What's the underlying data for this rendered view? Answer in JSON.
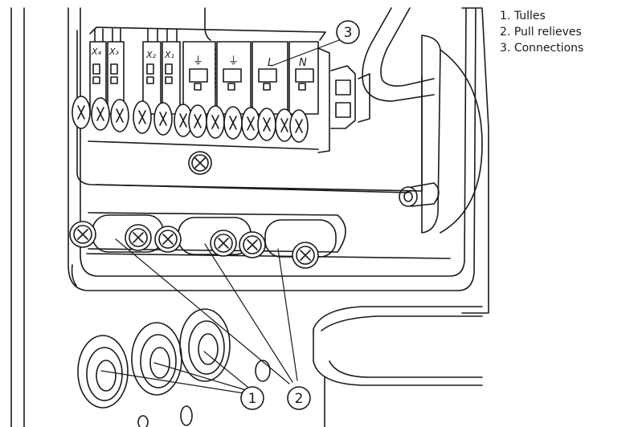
{
  "legend": {
    "items": [
      {
        "number": "1",
        "text": "Tulles"
      },
      {
        "number": "2",
        "text": "Pull relieves"
      },
      {
        "number": "3",
        "text": "Connections"
      }
    ]
  },
  "callouts": {
    "c1": "1",
    "c2": "2",
    "c3": "3"
  },
  "terminals": {
    "x4": "X₄",
    "x3": "X₃",
    "x2": "X₂",
    "x1": "X₁",
    "pe1": "⏚",
    "pe2": "⏚",
    "l": "L",
    "n": "N"
  },
  "colors": {
    "line": "#1a1a1a",
    "fill": "#ffffff"
  }
}
